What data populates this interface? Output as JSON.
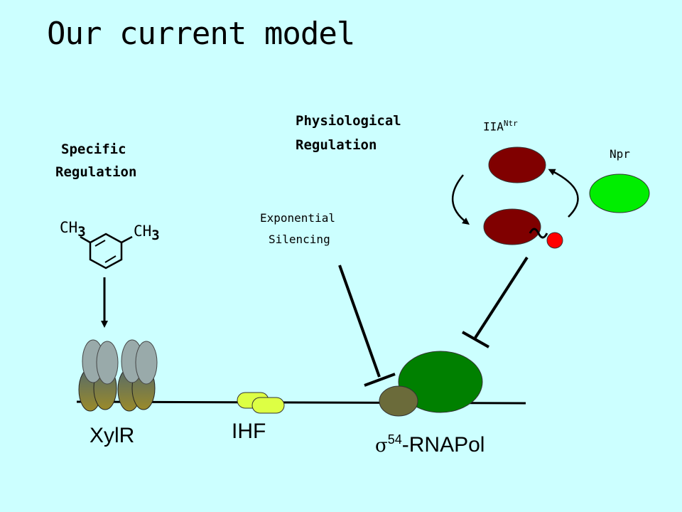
{
  "slide": {
    "title": "Our current model"
  },
  "labels": {
    "specific_line1": "Specific",
    "specific_line2": "Regulation",
    "physiological_line1": "Physiological",
    "physiological_line2": "Regulation",
    "exponential_line1": "Exponential",
    "exponential_line2": "Silencing",
    "iia": "IIA",
    "iia_sup": "Ntr",
    "npr": "Npr",
    "ch3_left": "CH",
    "ch3_left_sub": "3",
    "ch3_right": "CH",
    "ch3_right_sub": "3",
    "xylr": "XylR",
    "ihf": "IHF",
    "sigma": "σ",
    "sigma_sup": "54",
    "rnapol": "-RNAPol"
  },
  "colors": {
    "background": "#ccffff",
    "iia_protein": "#800000",
    "npr_protein": "#00ee00",
    "rnapol_core": "#008000",
    "sigma_factor": "#6b6b3a",
    "ihf": "#ddff44",
    "phosphate": "#ff0000"
  }
}
